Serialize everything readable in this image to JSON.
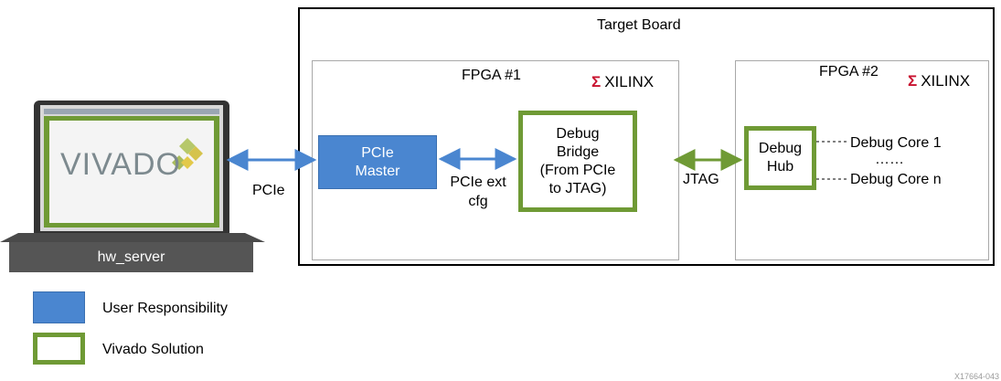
{
  "target_board": {
    "title": "Target Board"
  },
  "fpga1": {
    "title": "FPGA #1",
    "logo_text": "XILINX"
  },
  "fpga2": {
    "title": "FPGA #2",
    "logo_text": "XILINX"
  },
  "pcie_master": {
    "line1": "PCIe",
    "line2": "Master"
  },
  "debug_bridge": {
    "line1": "Debug",
    "line2": "Bridge",
    "line3": "(From PCIe",
    "line4": "to JTAG)"
  },
  "debug_hub": {
    "line1": "Debug",
    "line2": "Hub"
  },
  "debug_cores": {
    "first": "Debug Core 1",
    "ellipsis": "……",
    "last": "Debug Core n"
  },
  "connections": {
    "pcie": "PCIe",
    "pcie_ext_line1": "PCIe ext",
    "pcie_ext_line2": "cfg",
    "jtag": "JTAG"
  },
  "laptop": {
    "screen_text": "VIVADO",
    "label": "hw_server"
  },
  "legend": {
    "items": [
      {
        "label": "User Responsibility",
        "color": "#4a86d0"
      },
      {
        "label": "Vivado Solution",
        "color": "#6f9a35"
      }
    ]
  },
  "colors": {
    "arrow": "#4a86d0",
    "jtag_arrow": "#6f9a35",
    "vivado_green": "#6f9a35",
    "xilinx_red": "#c8102e"
  },
  "footer": {
    "id": "X17664-043"
  }
}
